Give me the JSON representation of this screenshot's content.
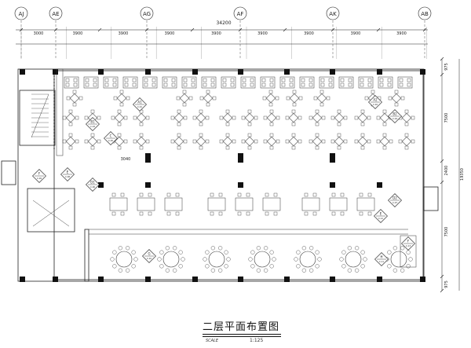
{
  "drawing": {
    "title": "二层平面布置图",
    "scale_label": "SCALE",
    "scale_value": "1:125"
  },
  "grid_axes": [
    "AJ",
    "AE",
    "AG",
    "AF",
    "AK",
    "AB"
  ],
  "dimensions": {
    "overall": "34200",
    "bays": [
      "3000",
      "3900",
      "3900",
      "3900",
      "3900",
      "3900",
      "3900",
      "3900",
      "3900"
    ],
    "right_chain": [
      "975",
      "7500",
      "2400",
      "19350",
      "7500",
      "975"
    ],
    "inner": "3040"
  },
  "symbols": {
    "tags": [
      {
        "top": "A1",
        "bottom": "C-01"
      },
      {
        "top": "A2",
        "bottom": "C-02"
      },
      {
        "top": "B1",
        "bottom": "C-03"
      },
      {
        "top": "B2",
        "bottom": "C-04"
      },
      {
        "top": "C",
        "bottom": "C-05"
      },
      {
        "top": "D1",
        "bottom": "C-06"
      },
      {
        "top": "D2",
        "bottom": "C-07"
      },
      {
        "top": "E",
        "bottom": "C-08"
      },
      {
        "top": "F",
        "bottom": "C-09"
      },
      {
        "top": "G",
        "bottom": "C-10"
      },
      {
        "top": "H",
        "bottom": "C-11"
      },
      {
        "top": "E",
        "bottom": "C-12"
      },
      {
        "top": "F",
        "bottom": "C-13"
      }
    ]
  }
}
